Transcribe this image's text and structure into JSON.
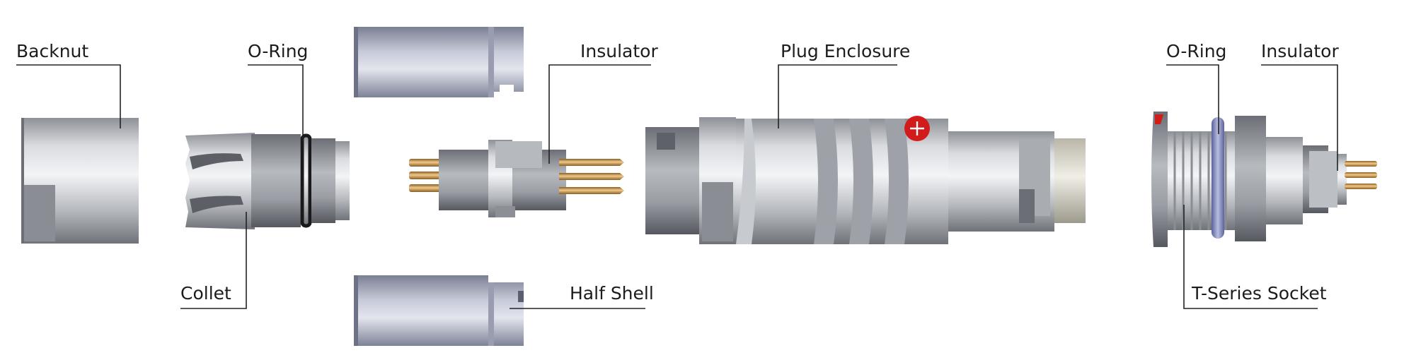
{
  "diagram": {
    "labels": {
      "backnut": "Backnut",
      "oring_left": "O-Ring",
      "collet": "Collet",
      "insulator_left": "Insulator",
      "half_shell": "Half Shell",
      "plug_enclosure": "Plug Enclosure",
      "oring_right": "O-Ring",
      "insulator_right": "Insulator",
      "socket": "T-Series Socket"
    },
    "colors": {
      "metal_light": "#e9ebee",
      "metal_mid": "#b6b9be",
      "metal_dark": "#74777d",
      "shell_blue": "#8f93a8",
      "gold": "#c9954a",
      "oring": "#1a1a1a",
      "oring_blue": "#7d85b5",
      "red_dot": "#d21b1b"
    }
  }
}
